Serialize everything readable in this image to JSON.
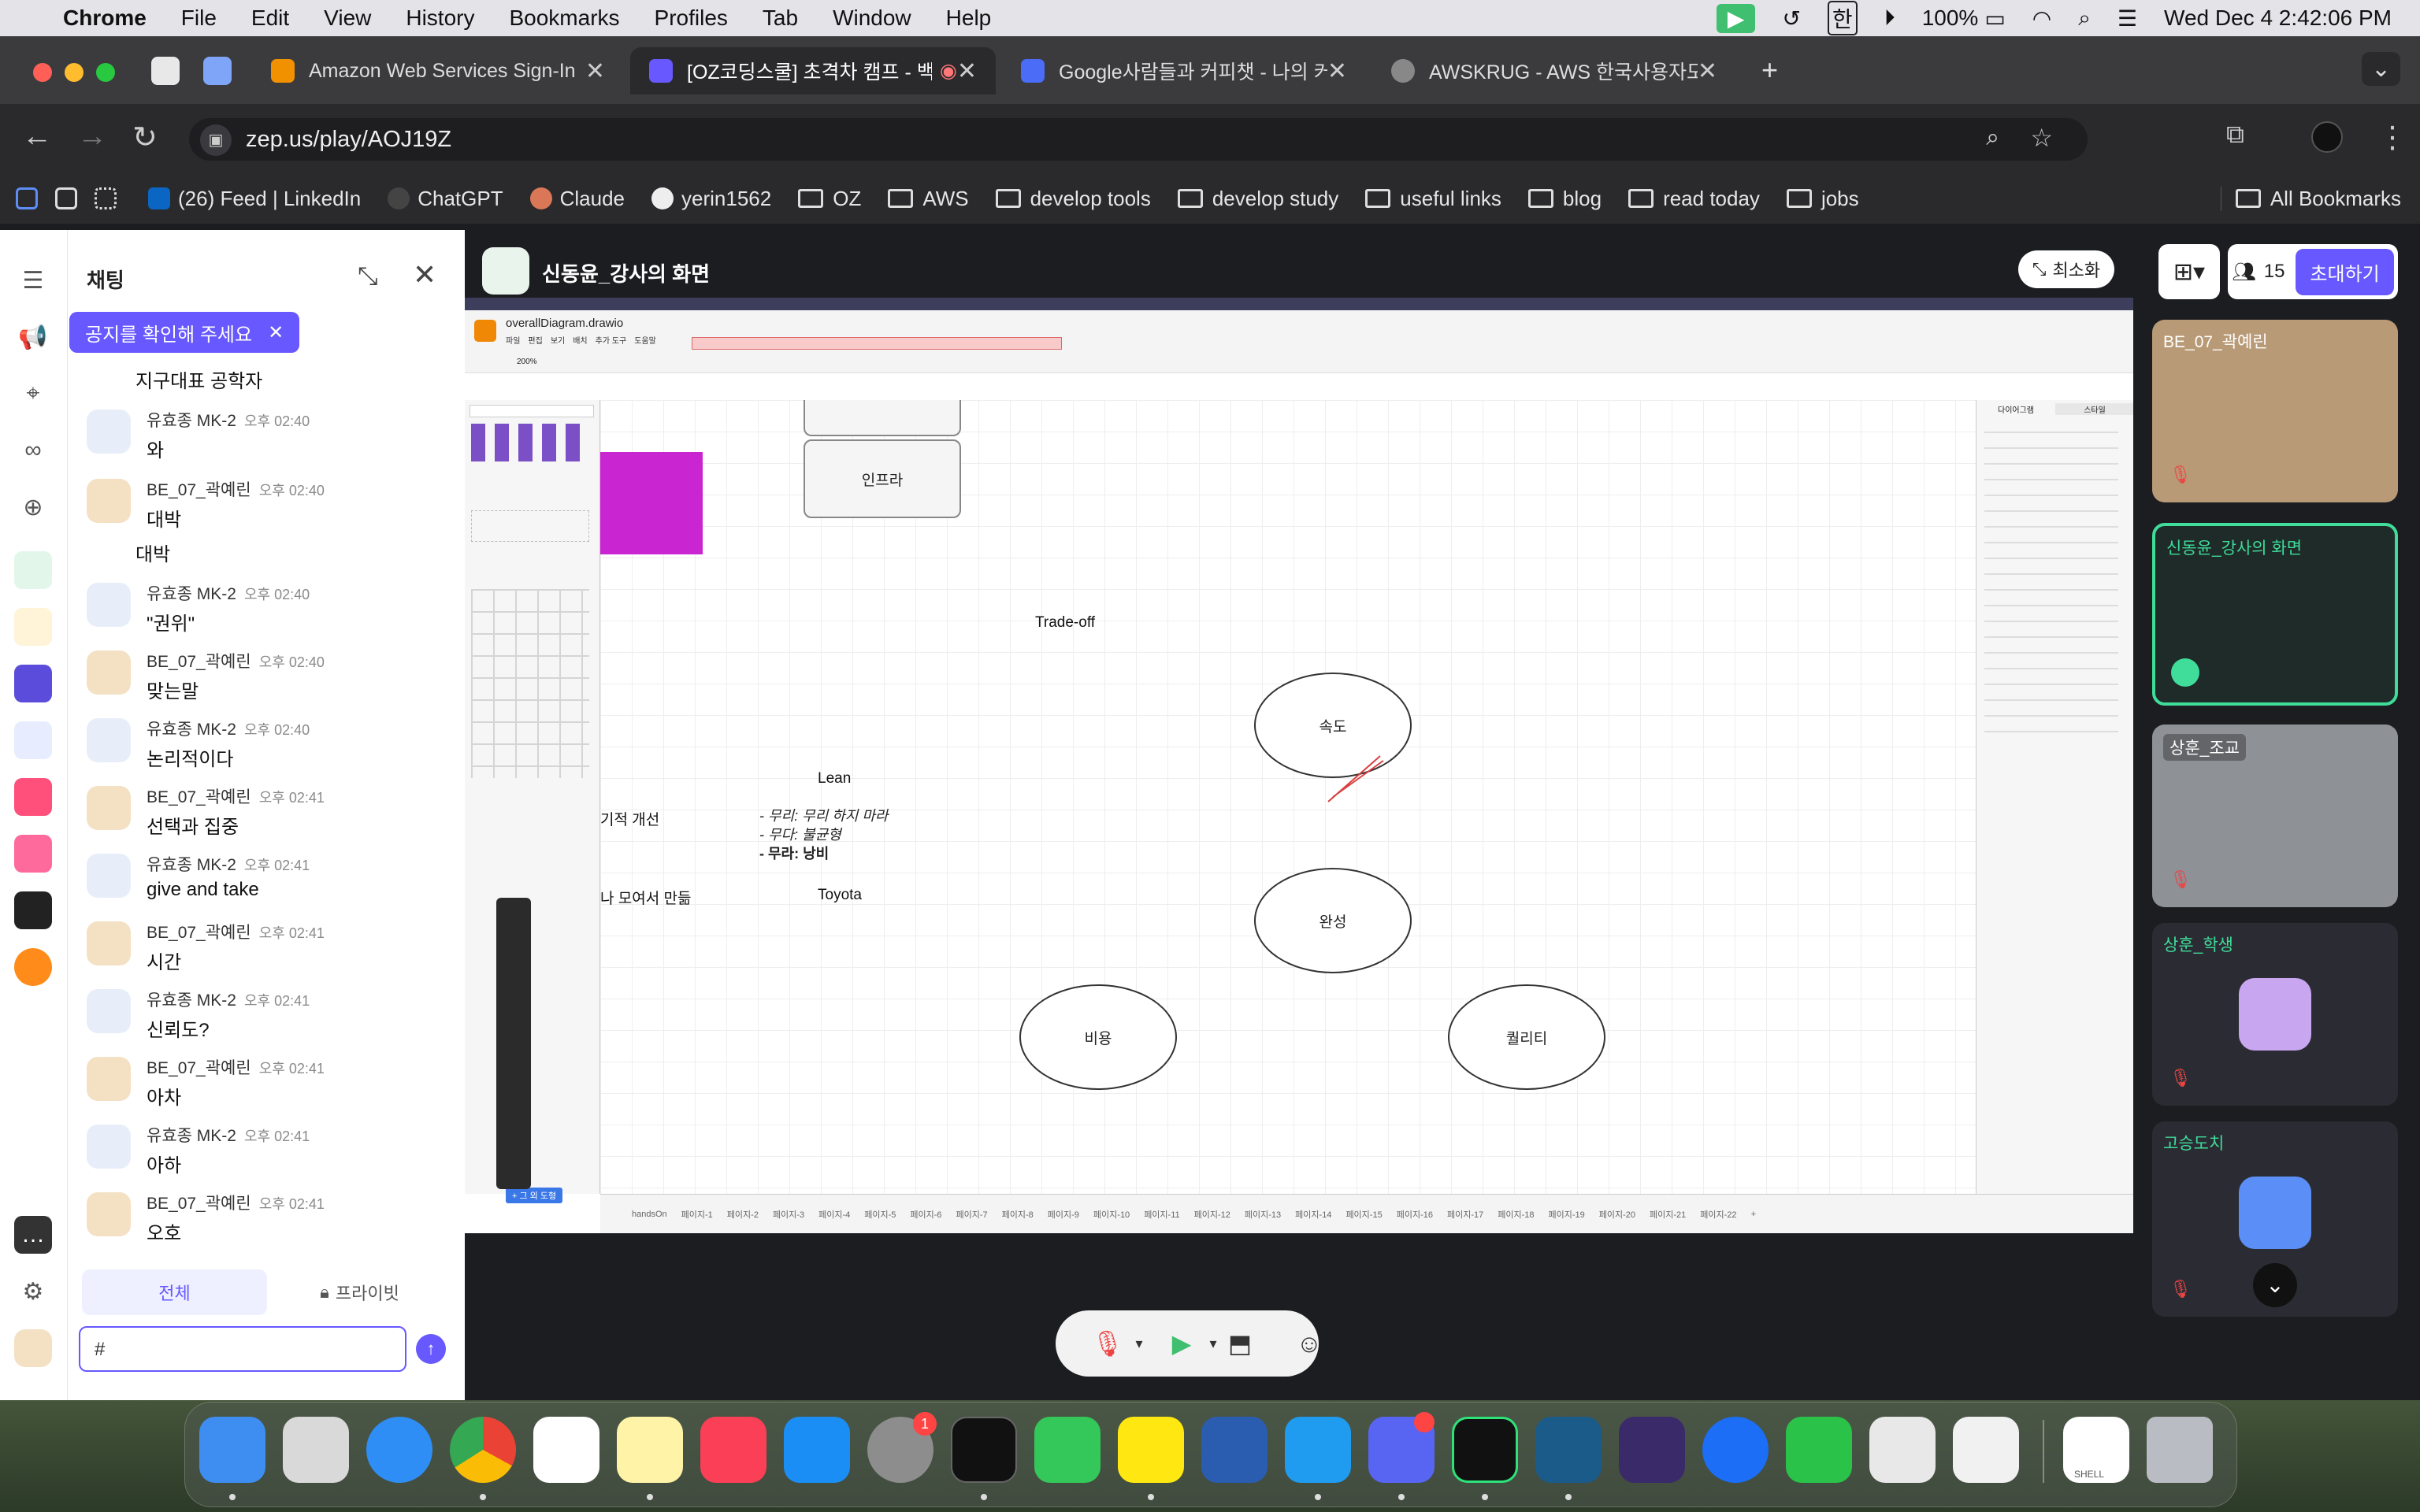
{
  "menubar": {
    "apple": "",
    "app_name": "Chrome",
    "items": [
      "File",
      "Edit",
      "View",
      "History",
      "Bookmarks",
      "Profiles",
      "Tab",
      "Window",
      "Help"
    ],
    "ime": "한",
    "battery": "100%",
    "datetime": "Wed Dec 4  2:42:06 PM"
  },
  "tabs": [
    {
      "title": "Amazon Web Services Sign-In",
      "color": "#f29100"
    },
    {
      "title": "[OZ코딩스쿨] 초격차 캠프 - 백",
      "color": "#6758ff"
    },
    {
      "title": "Google사람들과 커피챗 - 나의 커",
      "color": "#4a6cf7"
    },
    {
      "title": "AWSKRUG - AWS 한국사용자모",
      "color": "#888888"
    }
  ],
  "address": {
    "url": "zep.us/play/AOJ19Z"
  },
  "bookmarks": [
    {
      "label": "(26) Feed | LinkedIn",
      "type": "link"
    },
    {
      "label": "ChatGPT",
      "type": "link"
    },
    {
      "label": "Claude",
      "type": "link"
    },
    {
      "label": "yerin1562",
      "type": "link"
    },
    {
      "label": "OZ",
      "type": "folder"
    },
    {
      "label": "AWS",
      "type": "folder"
    },
    {
      "label": "develop tools",
      "type": "folder"
    },
    {
      "label": "develop study",
      "type": "folder"
    },
    {
      "label": "useful links",
      "type": "folder"
    },
    {
      "label": "blog",
      "type": "folder"
    },
    {
      "label": "read today",
      "type": "folder"
    }
  ],
  "bookmarks_more": [
    "jobs",
    "All Bookmarks"
  ],
  "chat": {
    "title": "채팅",
    "notice": "공지를 확인해 주세요",
    "first_line": "지구대표 공학자",
    "messages": [
      {
        "name": "유효종 MK-2",
        "time": "오후 02:40",
        "text": "와"
      },
      {
        "name": "BE_07_곽예린",
        "time": "오후 02:40",
        "text": "대박"
      },
      {
        "name": "",
        "time": "",
        "text": "대박"
      },
      {
        "name": "유효종 MK-2",
        "time": "오후 02:40",
        "text": "\"권위\""
      },
      {
        "name": "BE_07_곽예린",
        "time": "오후 02:40",
        "text": "맞는말"
      },
      {
        "name": "유효종 MK-2",
        "time": "오후 02:40",
        "text": "논리적이다"
      },
      {
        "name": "BE_07_곽예린",
        "time": "오후 02:41",
        "text": "선택과 집중"
      },
      {
        "name": "유효종 MK-2",
        "time": "오후 02:41",
        "text": "give and take"
      },
      {
        "name": "BE_07_곽예린",
        "time": "오후 02:41",
        "text": "시간"
      },
      {
        "name": "유효종 MK-2",
        "time": "오후 02:41",
        "text": "신뢰도?"
      },
      {
        "name": "BE_07_곽예린",
        "time": "오후 02:41",
        "text": "아차"
      },
      {
        "name": "유효종 MK-2",
        "time": "오후 02:41",
        "text": "아하"
      },
      {
        "name": "BE_07_곽예린",
        "time": "오후 02:41",
        "text": "오호"
      }
    ],
    "tab_all": "전체",
    "tab_private": "프라이빗",
    "input_value": "#"
  },
  "stage": {
    "share_title": "신동윤_강사의 화면",
    "minimize_label": "최소화"
  },
  "drawio": {
    "filename": "overallDiagram.drawio",
    "zoom": "200%",
    "menu": [
      "파일",
      "편집",
      "보기",
      "배치",
      "추가 도구",
      "도움말"
    ],
    "nodes": {
      "infra": "인프라",
      "tradeoff": "Trade-off",
      "speed": "속도",
      "complete": "완성",
      "cost": "비용",
      "quality": "퀄리티",
      "lean": "Lean",
      "toyota": "Toyota",
      "improve": "기적 개선",
      "gather": "나 모여서 만듦"
    },
    "lean_list": [
      "- 무리: 무리 하지 마라",
      "- 무다: 불균형",
      "- 무라: 낭비"
    ],
    "page_tabs": [
      "handsOn",
      "페이지-1",
      "페이지-2",
      "페이지-3",
      "페이지-4",
      "페이지-5",
      "페이지-6",
      "페이지-7",
      "페이지-8",
      "페이지-9",
      "페이지-10",
      "페이지-11",
      "페이지-12",
      "페이지-13",
      "페이지-14",
      "페이지-15",
      "페이지-16",
      "페이지-17",
      "페이지-18",
      "페이지-19",
      "페이지-20",
      "페이지-21",
      "페이지-22"
    ],
    "add_shape": "+ 그 외 도형",
    "right_tabs": [
      "다이어그램",
      "스타일"
    ]
  },
  "people": {
    "count": "15",
    "invite_label": "초대하기",
    "participants": [
      {
        "name": "BE_07_곽예린",
        "type": "video"
      },
      {
        "name": "신동윤_강사의 화면",
        "type": "screen"
      },
      {
        "name": "상훈_조교",
        "type": "video"
      },
      {
        "name": "상훈_학생",
        "type": "avatar"
      },
      {
        "name": "고승도치",
        "type": "avatar"
      }
    ]
  },
  "dock": {
    "badge_settings": "1",
    "badge_discord": "",
    "shell_label": "SHELL"
  },
  "colors": {
    "zep_primary": "#6758ff",
    "accent_green": "#3fbf6f"
  }
}
